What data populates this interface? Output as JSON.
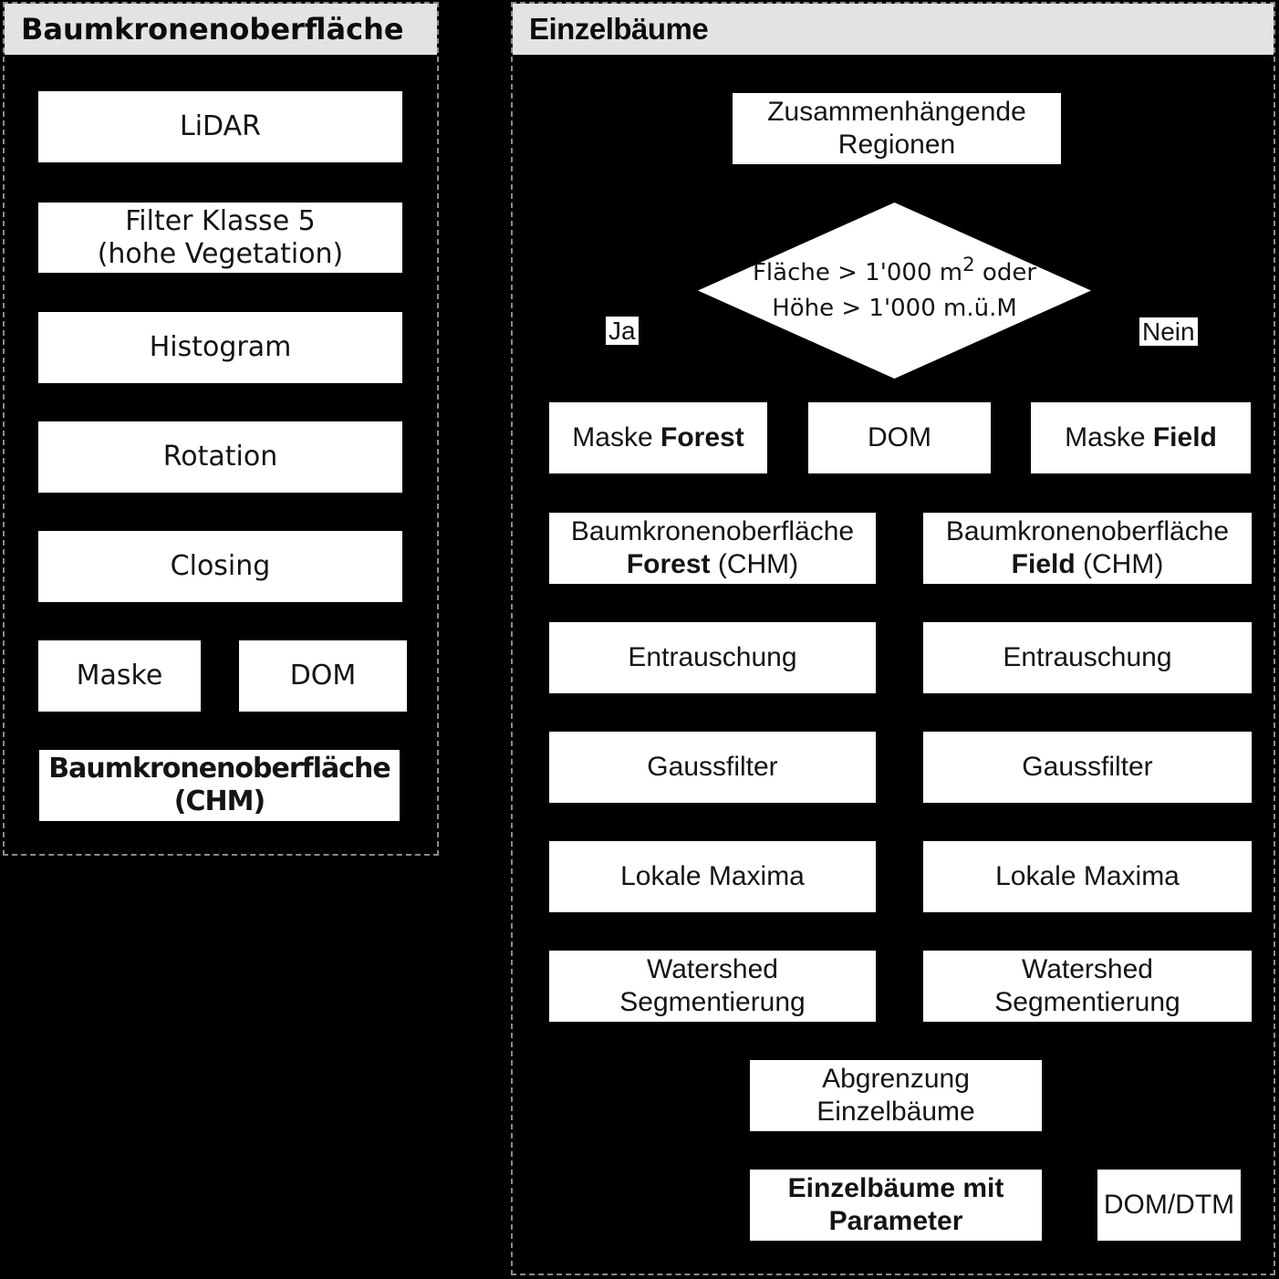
{
  "colors": {
    "background": "#000000",
    "panel_border": "#8a8a8a",
    "header_bg": "#e3e3e3",
    "box_bg": "#ffffff",
    "text": "#141414"
  },
  "left_panel": {
    "title": "Baumkronenoberfläche",
    "nodes": {
      "lidar": {
        "label": "LiDAR"
      },
      "filter": {
        "line1": "Filter Klasse 5",
        "line2": "(hohe Vegetation)"
      },
      "histogram": {
        "label": "Histogram"
      },
      "rotation": {
        "label": "Rotation"
      },
      "closing": {
        "label": "Closing"
      },
      "maske": {
        "label": "Maske"
      },
      "dom": {
        "label": "DOM"
      },
      "chm": {
        "line1": "Baumkronenoberfläche",
        "line2": "(CHM)"
      }
    }
  },
  "right_panel": {
    "title": "Einzelbäume",
    "nodes": {
      "regionen": {
        "line1": "Zusammenhängende",
        "line2": "Regionen"
      },
      "decision": {
        "line1_pre": "Fläche > 1'000 m",
        "line1_sup": "2",
        "line1_post": " oder",
        "line2": "Höhe > 1'000 m.ü.M"
      },
      "ja": {
        "label": "Ja"
      },
      "nein": {
        "label": "Nein"
      },
      "maske_forest": {
        "prefix": "Maske ",
        "bold": "Forest"
      },
      "dom": {
        "label": "DOM"
      },
      "maske_field": {
        "prefix": "Maske ",
        "bold": "Field"
      },
      "chm_forest": {
        "line1": "Baumkronenoberfläche",
        "line2_bold": "Forest",
        "line2_rest": " (CHM)"
      },
      "chm_field": {
        "line1": "Baumkronenoberfläche",
        "line2_bold": "Field",
        "line2_rest": " (CHM)"
      },
      "entrauschung_forest": {
        "label": "Entrauschung"
      },
      "entrauschung_field": {
        "label": "Entrauschung"
      },
      "gaussfilter_forest": {
        "label": "Gaussfilter"
      },
      "gaussfilter_field": {
        "label": "Gaussfilter"
      },
      "lokale_maxima_forest": {
        "label": "Lokale Maxima"
      },
      "lokale_maxima_field": {
        "label": "Lokale Maxima"
      },
      "watershed_forest": {
        "line1": "Watershed",
        "line2": "Segmentierung"
      },
      "watershed_field": {
        "line1": "Watershed",
        "line2": "Segmentierung"
      },
      "abgrenzung": {
        "line1": "Abgrenzung",
        "line2": "Einzelbäume"
      },
      "parameter": {
        "line1": "Einzelbäume mit",
        "line2": "Parameter"
      },
      "dom_dtm": {
        "label": "DOM/DTM"
      }
    }
  }
}
